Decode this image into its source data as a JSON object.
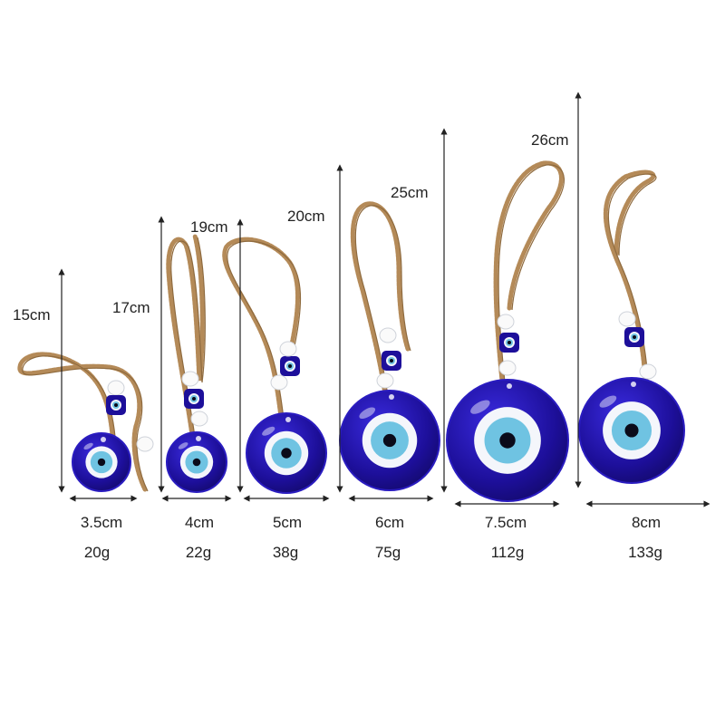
{
  "colors": {
    "background": "#ffffff",
    "glass_blue": "#1d0f9a",
    "glass_rim": "#2a1cc0",
    "white_ring": "#f4f6fb",
    "light_blue": "#6fc3e2",
    "pupil": "#0b0b1a",
    "rope": "#b48a58",
    "arrow": "#222222"
  },
  "items": [
    {
      "diameter": "3.5cm",
      "weight": "20g",
      "length": "15cm"
    },
    {
      "diameter": "4cm",
      "weight": "22g",
      "length": "17cm"
    },
    {
      "diameter": "5cm",
      "weight": "38g",
      "length": "19cm"
    },
    {
      "diameter": "6cm",
      "weight": "75g",
      "length": "20cm"
    },
    {
      "diameter": "7.5cm",
      "weight": "112g",
      "length": "25cm"
    },
    {
      "diameter": "8cm",
      "weight": "133g",
      "length": "26cm"
    }
  ]
}
